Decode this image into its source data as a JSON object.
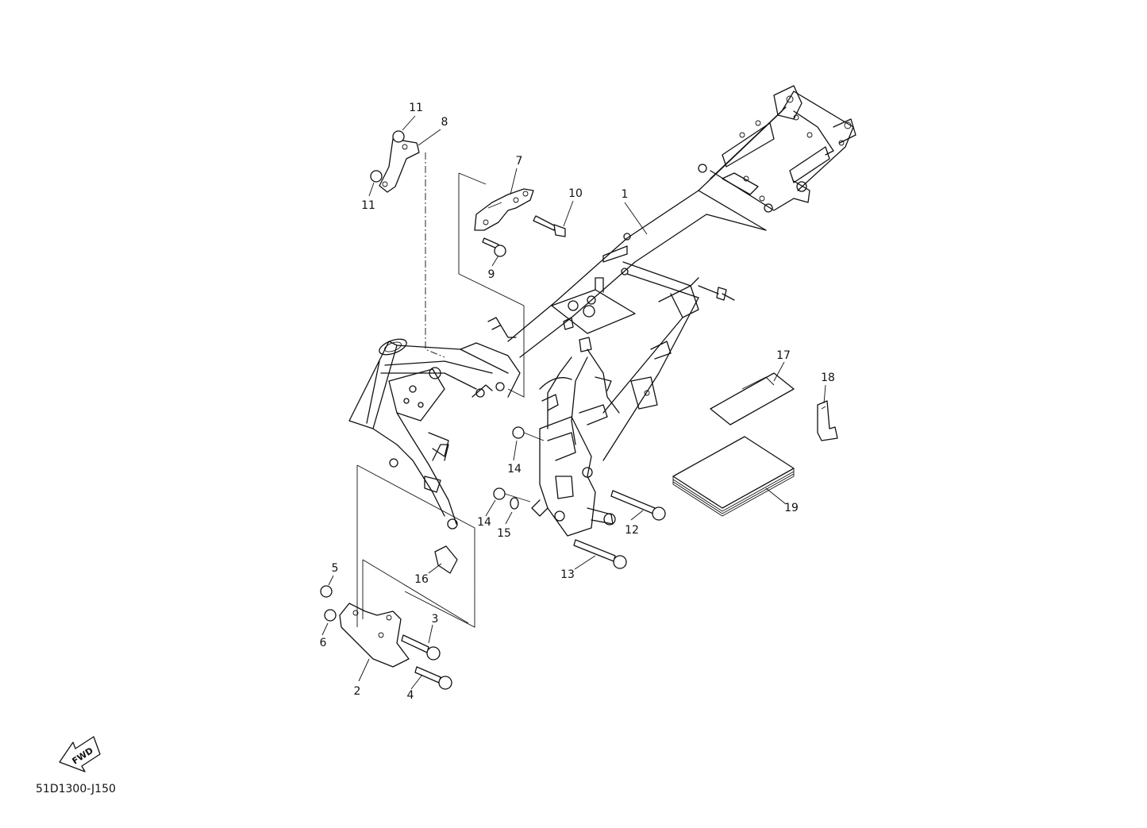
{
  "diagram": {
    "callouts": [
      {
        "id": "c1",
        "label": "1"
      },
      {
        "id": "c2",
        "label": "2"
      },
      {
        "id": "c3",
        "label": "3"
      },
      {
        "id": "c4",
        "label": "4"
      },
      {
        "id": "c5",
        "label": "5"
      },
      {
        "id": "c6",
        "label": "6"
      },
      {
        "id": "c7",
        "label": "7"
      },
      {
        "id": "c8",
        "label": "8"
      },
      {
        "id": "c9",
        "label": "9"
      },
      {
        "id": "c10",
        "label": "10"
      },
      {
        "id": "c11a",
        "label": "11"
      },
      {
        "id": "c11b",
        "label": "11"
      },
      {
        "id": "c12",
        "label": "12"
      },
      {
        "id": "c13",
        "label": "13"
      },
      {
        "id": "c14a",
        "label": "14"
      },
      {
        "id": "c14b",
        "label": "14"
      },
      {
        "id": "c15",
        "label": "15"
      },
      {
        "id": "c16",
        "label": "16"
      },
      {
        "id": "c17",
        "label": "17"
      },
      {
        "id": "c18",
        "label": "18"
      },
      {
        "id": "c19",
        "label": "19"
      }
    ],
    "fwd_label": "FWD",
    "diagram_code": "51D1300-J150"
  }
}
